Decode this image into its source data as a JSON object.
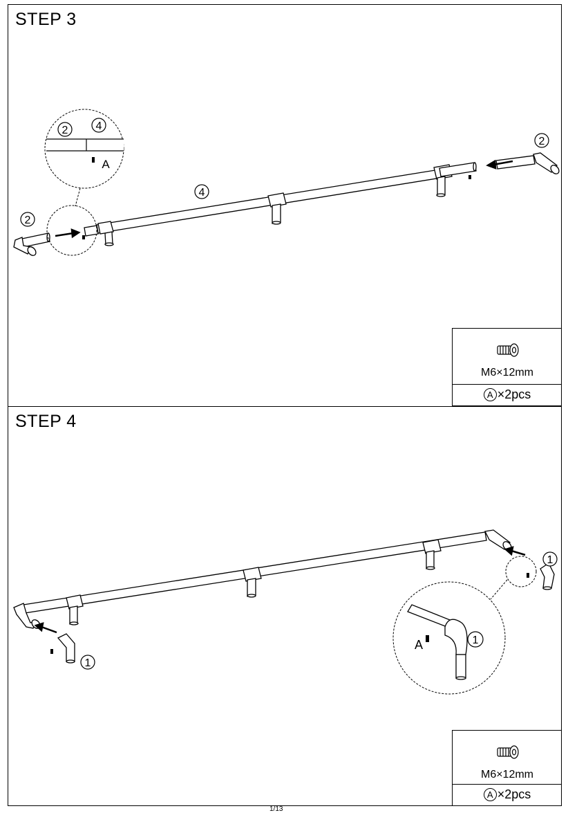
{
  "step3": {
    "title": "STEP 3",
    "callouts": {
      "left_end": "2",
      "right_end": "2",
      "rail": "4",
      "zoom_left": "2",
      "zoom_right": "4",
      "screw": "A"
    },
    "hardware": {
      "icon": "screw-icon",
      "size": "M6×12mm",
      "part": "A",
      "qty": "×2pcs"
    }
  },
  "step4": {
    "title": "STEP 4",
    "callouts": {
      "left_elbow": "1",
      "right_elbow": "1",
      "zoom_elbow": "1",
      "screw": "A"
    },
    "hardware": {
      "icon": "screw-icon",
      "size": "M6×12mm",
      "part": "A",
      "qty": "×2pcs"
    }
  },
  "footer": {
    "page": "1/13"
  }
}
